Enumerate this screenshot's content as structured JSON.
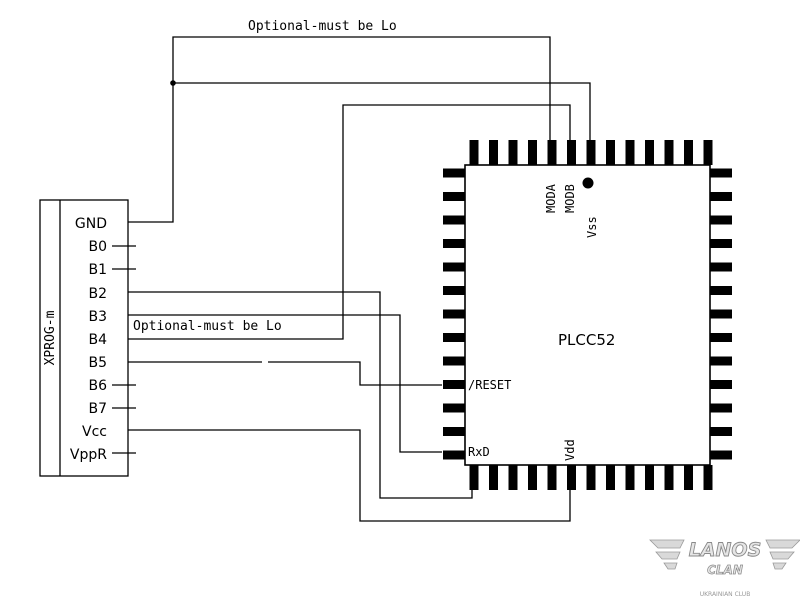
{
  "diagram": {
    "top_note": "Optional-must be Lo",
    "mid_note": "Optional-must be Lo",
    "connector": {
      "name": "XPROG-m",
      "pins": [
        "GND",
        "B0",
        "B1",
        "B2",
        "B3",
        "B4",
        "B5",
        "B6",
        "B7",
        "Vcc",
        "VppR"
      ]
    },
    "chip": {
      "package": "PLCC52",
      "pin_moda": "MODA",
      "pin_modb": "MODB",
      "pin_vss": "Vss",
      "pin_reset": "/RESET",
      "pin_rxd": "RxD",
      "pin_vdd": "Vdd"
    }
  },
  "watermark": {
    "brand": "LANOS",
    "clan": "CLAN",
    "tagline": "UKRAINIAN CLUB"
  }
}
